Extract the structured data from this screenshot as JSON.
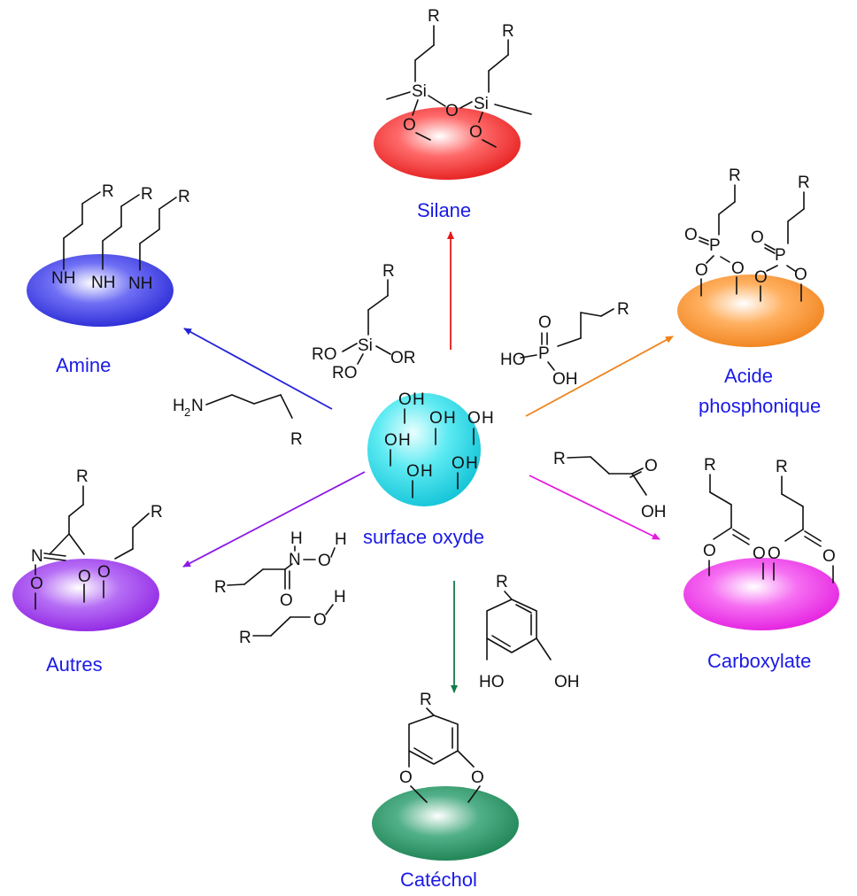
{
  "colors": {
    "label": "#1a1ae6",
    "center": "#19d8e6",
    "silane": "#e61919",
    "amine": "#2323d9",
    "phosphonic": "#f08219",
    "carboxylate": "#e619e0",
    "autres": "#8c19e6",
    "catechol": "#137a4a"
  },
  "labels": {
    "center": "surface oxyde",
    "silane": "Silane",
    "amine": "Amine",
    "phosphonic_1": "Acide",
    "phosphonic_2": "phosphonique",
    "carboxylate": "Carboxylate",
    "autres": "Autres",
    "catechol": "Catéchol"
  },
  "atoms": {
    "R": "R",
    "Si": "Si",
    "O": "O",
    "P": "P",
    "NH": "NH",
    "N": "N",
    "H": "H",
    "OH": "OH",
    "HO": "HO",
    "RO": "RO",
    "OR": "OR",
    "H2N_H": "H",
    "H2N_2": "2",
    "H2N_N": "N"
  }
}
